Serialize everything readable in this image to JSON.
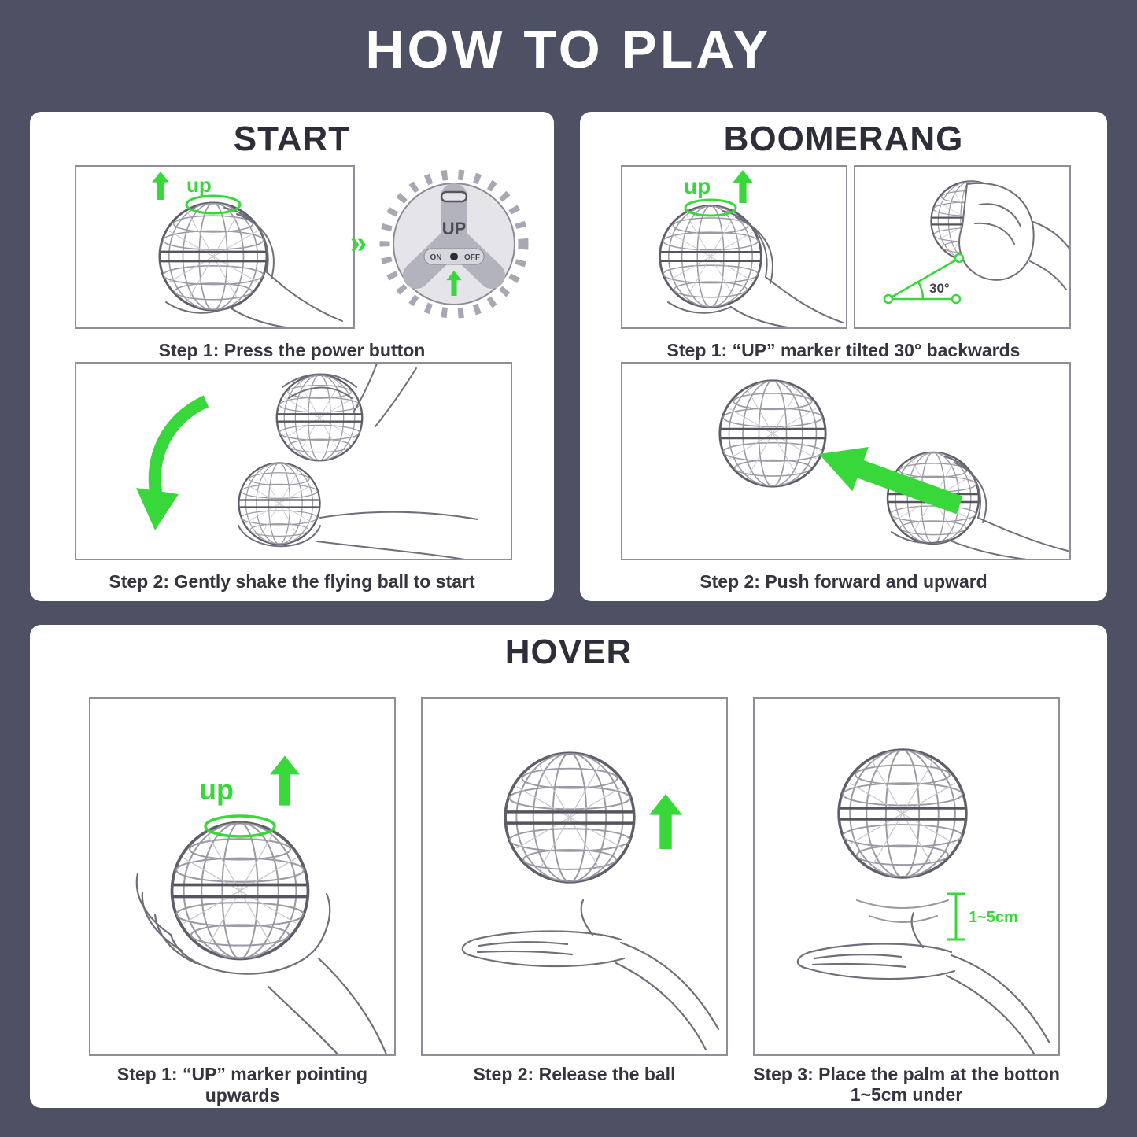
{
  "title": "HOW TO PLAY",
  "colors": {
    "background": "#4d5163",
    "panel_background": "#ffffff",
    "accent_green": "#38d83b",
    "caption_text": "#35353f"
  },
  "start": {
    "title": "START",
    "up_label": "up",
    "chevrons": "»",
    "power_up_label": "UP",
    "power_on_label": "ON",
    "power_off_label": "OFF",
    "step1_caption": "Step 1: Press the power button",
    "step2_caption": "Step 2: Gently shake the flying ball to start"
  },
  "boomerang": {
    "title": "BOOMERANG",
    "up_label": "up",
    "angle_label": "30°",
    "step1_caption": "Step 1: “UP” marker tilted 30° backwards",
    "step2_caption": "Step 2: Push forward and upward"
  },
  "hover": {
    "title": "HOVER",
    "up_label": "up",
    "distance_label": "1~5cm",
    "step1_caption": "Step 1: “UP” marker pointing upwards",
    "step2_caption": "Step 2: Release the ball",
    "step3_caption_line1": "Step 3: Place the palm at the botton",
    "step3_caption_line2": "1~5cm under"
  }
}
